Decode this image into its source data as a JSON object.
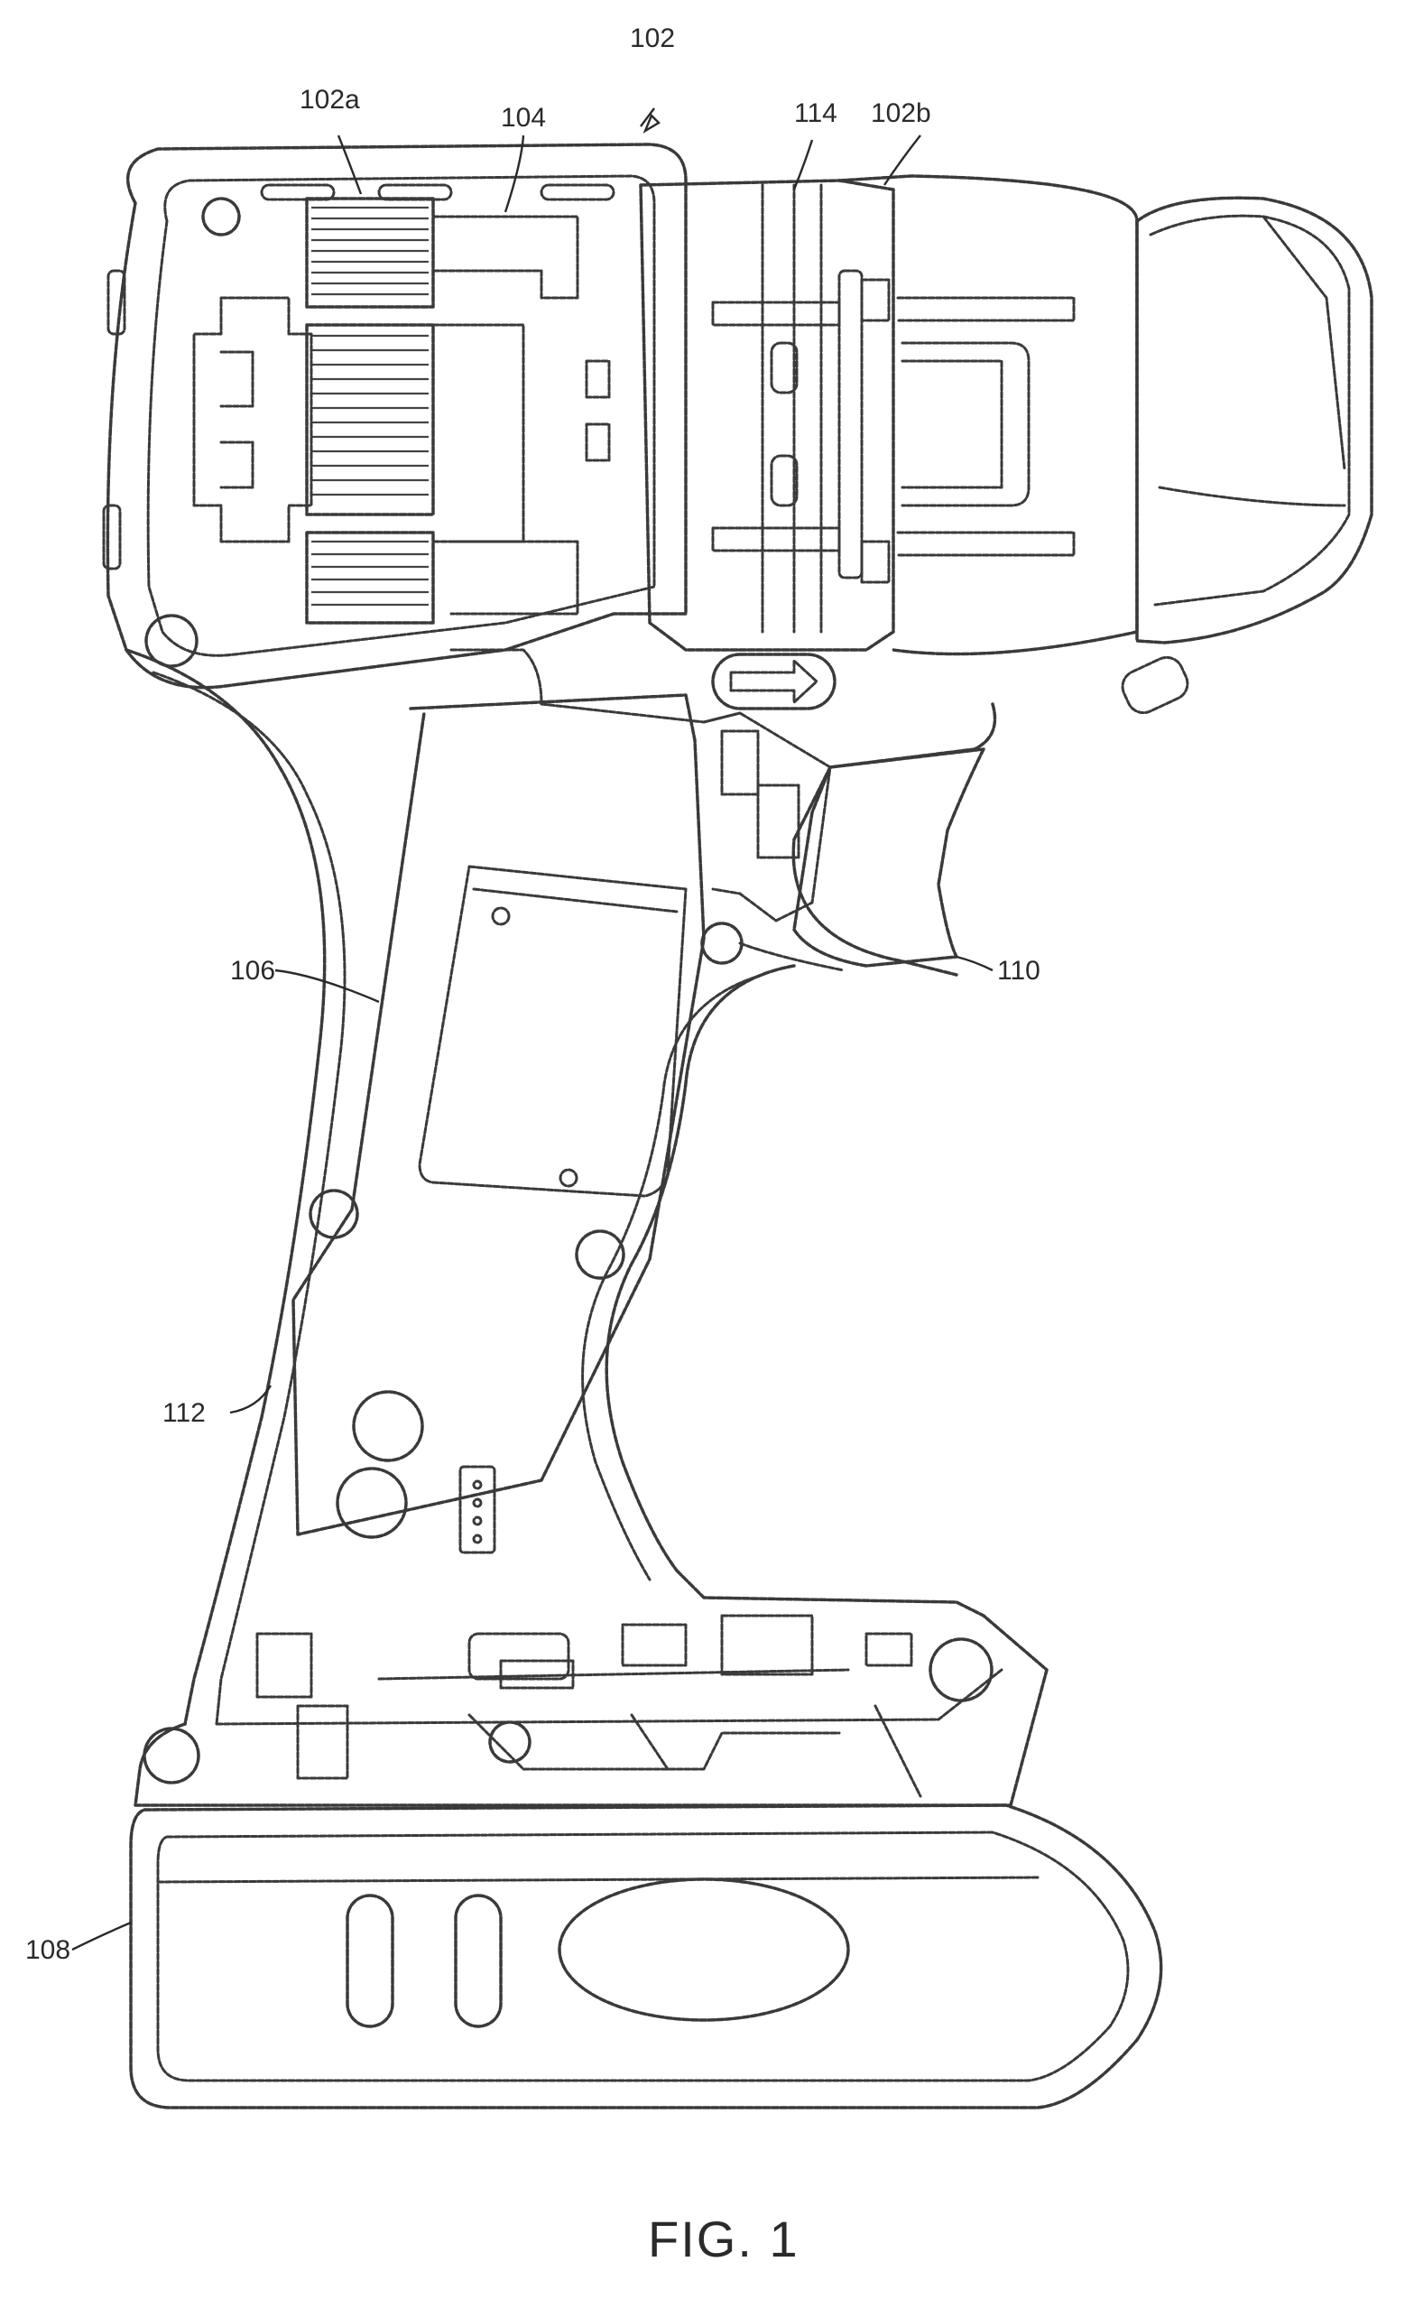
{
  "labels": {
    "l102": "102",
    "l102a": "102a",
    "l104": "104",
    "l114": "114",
    "l102b": "102b",
    "l106": "106",
    "l110": "110",
    "l112": "112",
    "l108": "108"
  },
  "caption": "FIG. 1"
}
